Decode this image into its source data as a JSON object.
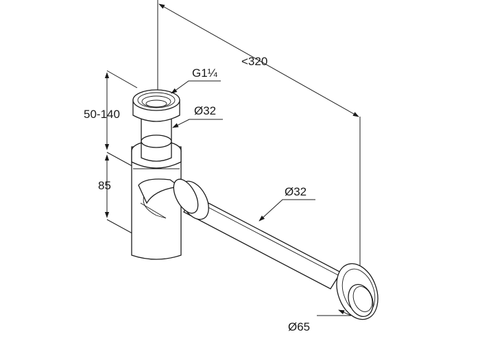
{
  "labels": {
    "length": "<320",
    "thread": "G1¼",
    "upper_diameter": "Ø32",
    "height_range": "50-140",
    "lower_height": "85",
    "pipe_diameter": "Ø32",
    "rosette_diameter": "Ø65"
  }
}
